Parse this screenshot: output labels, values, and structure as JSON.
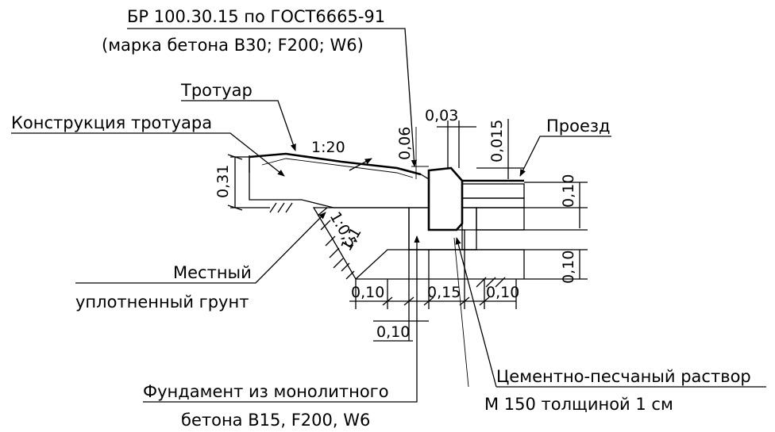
{
  "labels": {
    "curb_line1": "БР 100.30.15 по ГОСТ6665-91",
    "curb_line2": "(марка бетона В30; F200; W6)",
    "sidewalk": "Тротуар",
    "sidewalk_construction": "Конструкция тротуара",
    "roadway": "Проезд",
    "soil_line1": "Местный",
    "soil_line2": "уплотненный грунт",
    "foundation_line1": "Фундамент из монолитного",
    "foundation_line2": "бетона В15, F200, W6",
    "mortar_line1": "Цементно-песчаный раствор",
    "mortar_line2": "М 150 толщиной 1 см"
  },
  "dimensions": {
    "slope": "1:20",
    "h_031": "0,31",
    "h_006": "0,06",
    "w_003": "0,03",
    "h_0015": "0,015",
    "h_010_top": "0,10",
    "h_010_bottom": "0,10",
    "slope_05": "1:0,5",
    "slope_1": "1:1",
    "w_010_left": "0,10",
    "w_015": "0,15",
    "w_010_right": "0,10",
    "w_010_lower": "0,10"
  }
}
